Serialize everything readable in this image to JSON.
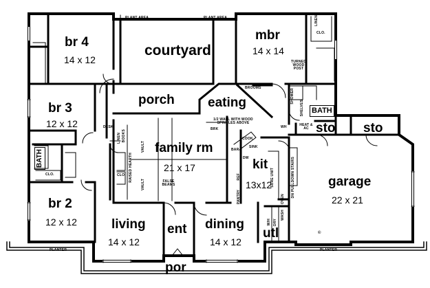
{
  "rooms": {
    "br4": {
      "name": "br 4",
      "dim": "14 x 12"
    },
    "courtyard": {
      "name": "courtyard"
    },
    "mbr": {
      "name": "mbr",
      "dim": "14 x 14"
    },
    "porch": {
      "name": "porch"
    },
    "eating": {
      "name": "eating"
    },
    "br3": {
      "name": "br 3",
      "dim": "12 x 12"
    },
    "family": {
      "name": "family rm",
      "dim": "21 x 17"
    },
    "kit": {
      "name": "kit",
      "dim": "13x12"
    },
    "garage": {
      "name": "garage",
      "dim": "22 x 21"
    },
    "br2": {
      "name": "br 2",
      "dim": "12 x 12"
    },
    "living": {
      "name": "living",
      "dim": "14 x 12"
    },
    "ent": {
      "name": "ent"
    },
    "dining": {
      "name": "dining",
      "dim": "14 x 12"
    },
    "utl": {
      "name": "utl"
    },
    "por": {
      "name": "por"
    },
    "sto1": {
      "name": "sto"
    },
    "sto2": {
      "name": "sto"
    },
    "bath_master": {
      "name": "BATH"
    },
    "bath_hall": {
      "name": "BATH"
    }
  },
  "notes": {
    "plant_area_1": "PLANT AREA",
    "plant_area_2": "PLANT AREA",
    "planter_left": "PLANTER",
    "planter_right": "PLANTER",
    "turned_post": "TURNED WOOD POST",
    "brooms": "BROOMS",
    "half_wall": "1/2 WALL WITH WOOD SPINDLES ABOVE",
    "vault_1": "VAULT",
    "vault_2": "VAULT",
    "false_beams": "FALSE BEAMS",
    "raised_hearth": "RAISED HEARTH",
    "sink": "SINK",
    "dw": "DW",
    "ref": "REF",
    "pantry": "PANTRY",
    "oven": "OVEN",
    "dn_pulldown": "DN PULLDOWN STAIRS",
    "dryer": "DRY",
    "washer": "WASH",
    "wh": "W/H",
    "heat_ac": "HEAT & AC",
    "linen": "LINEN",
    "books": "BOOKS",
    "clo_a": "CLO.",
    "clo_b": "CLO.",
    "clo_c": "CLO.",
    "shower": "SHOWER",
    "shelves": "SHELVES",
    "linen2": "LINEN",
    "cooktop": "COOK",
    "desk": "DESK",
    "wh2": "WH",
    "bar": "BAR",
    "brk": "BRK",
    "sure_unit": "SURE UNIT",
    "copyright": "©"
  }
}
